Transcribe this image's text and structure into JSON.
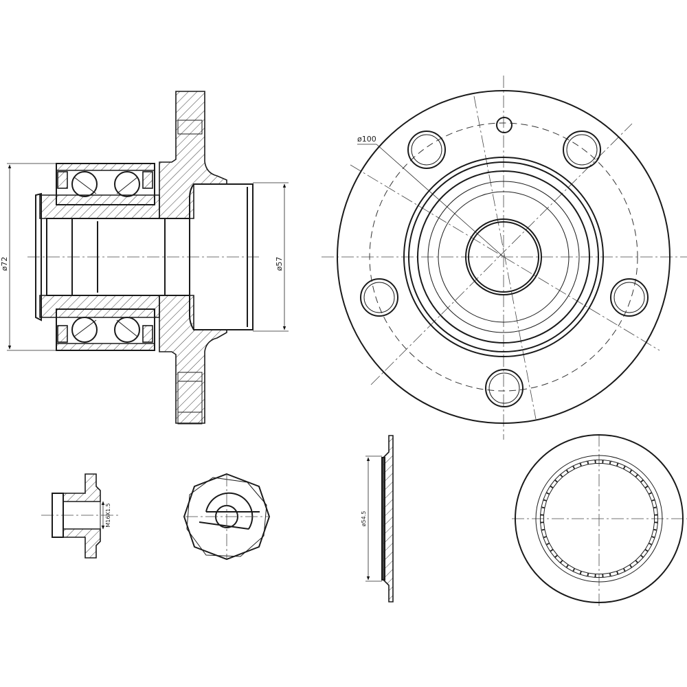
{
  "dimensions": {
    "bearing_outer_diameter": "ø72",
    "hub_bore_diameter": "ø57",
    "bolt_circle_diameter": "ø100",
    "nut_thread": "M16X1.5",
    "ring_diameter": "ø54.5"
  }
}
